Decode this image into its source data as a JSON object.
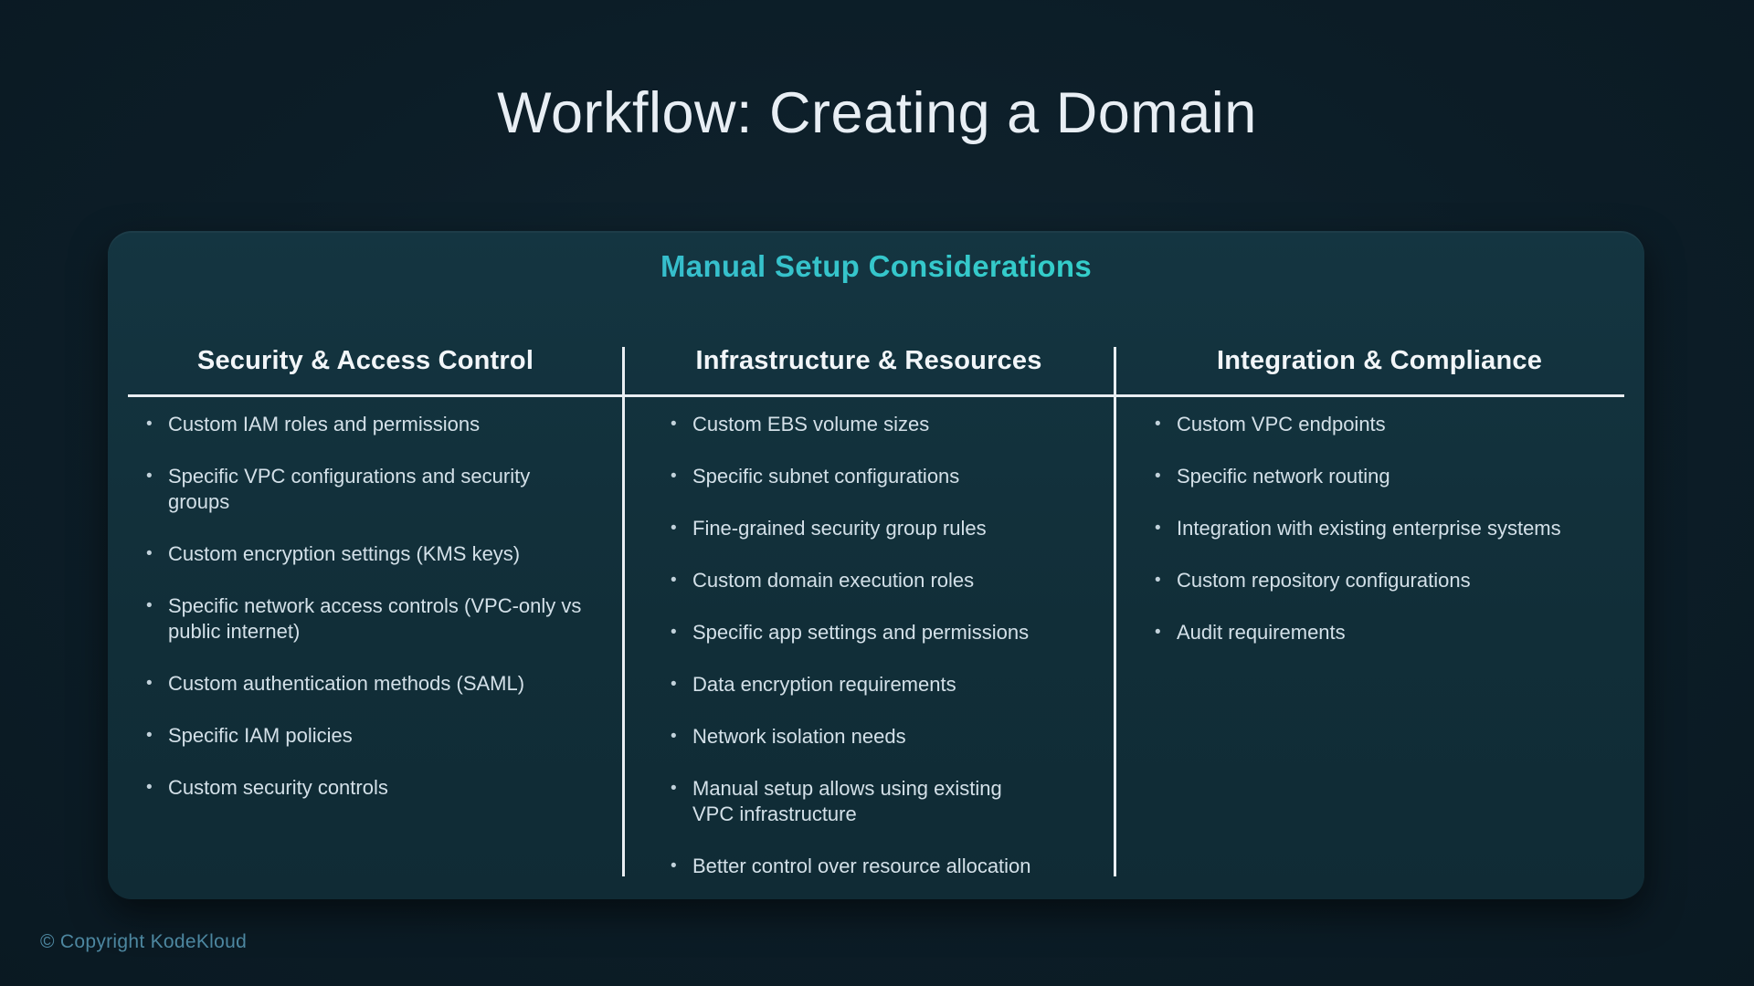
{
  "slide": {
    "title": "Workflow: Creating a Domain",
    "footer": "© Copyright KodeKloud"
  },
  "panel": {
    "title": "Manual Setup Considerations",
    "columns": [
      {
        "header": "Security & Access Control",
        "items": [
          "Custom IAM roles and permissions",
          "Specific VPC configurations and security groups",
          "Custom encryption settings (KMS keys)",
          "Specific network access controls (VPC-only vs\npublic internet)",
          "Custom authentication methods (SAML)",
          "Specific IAM policies",
          "Custom security controls"
        ]
      },
      {
        "header": "Infrastructure & Resources",
        "items": [
          "Custom EBS volume sizes",
          "Specific subnet configurations",
          "Fine-grained security group rules",
          "Custom domain execution roles",
          "Specific app settings and permissions",
          "Data encryption requirements",
          "Network isolation needs",
          "Manual setup allows using existing\nVPC infrastructure",
          "Better control over resource allocation"
        ]
      },
      {
        "header": "Integration & Compliance",
        "items": [
          "Custom VPC endpoints",
          "Specific network routing",
          "Integration with existing enterprise systems",
          "Custom repository configurations",
          "Audit requirements"
        ]
      }
    ]
  },
  "colors": {
    "background": "#0c1d27",
    "panel_background": "#112e38",
    "title_text": "#e8eef4",
    "body_text": "#d3e0e8",
    "divider": "#e9eef2",
    "accent_gradient_start": "#38a8cd",
    "accent_gradient_end": "#2fe5c4",
    "footer_text": "#4d87a0"
  }
}
